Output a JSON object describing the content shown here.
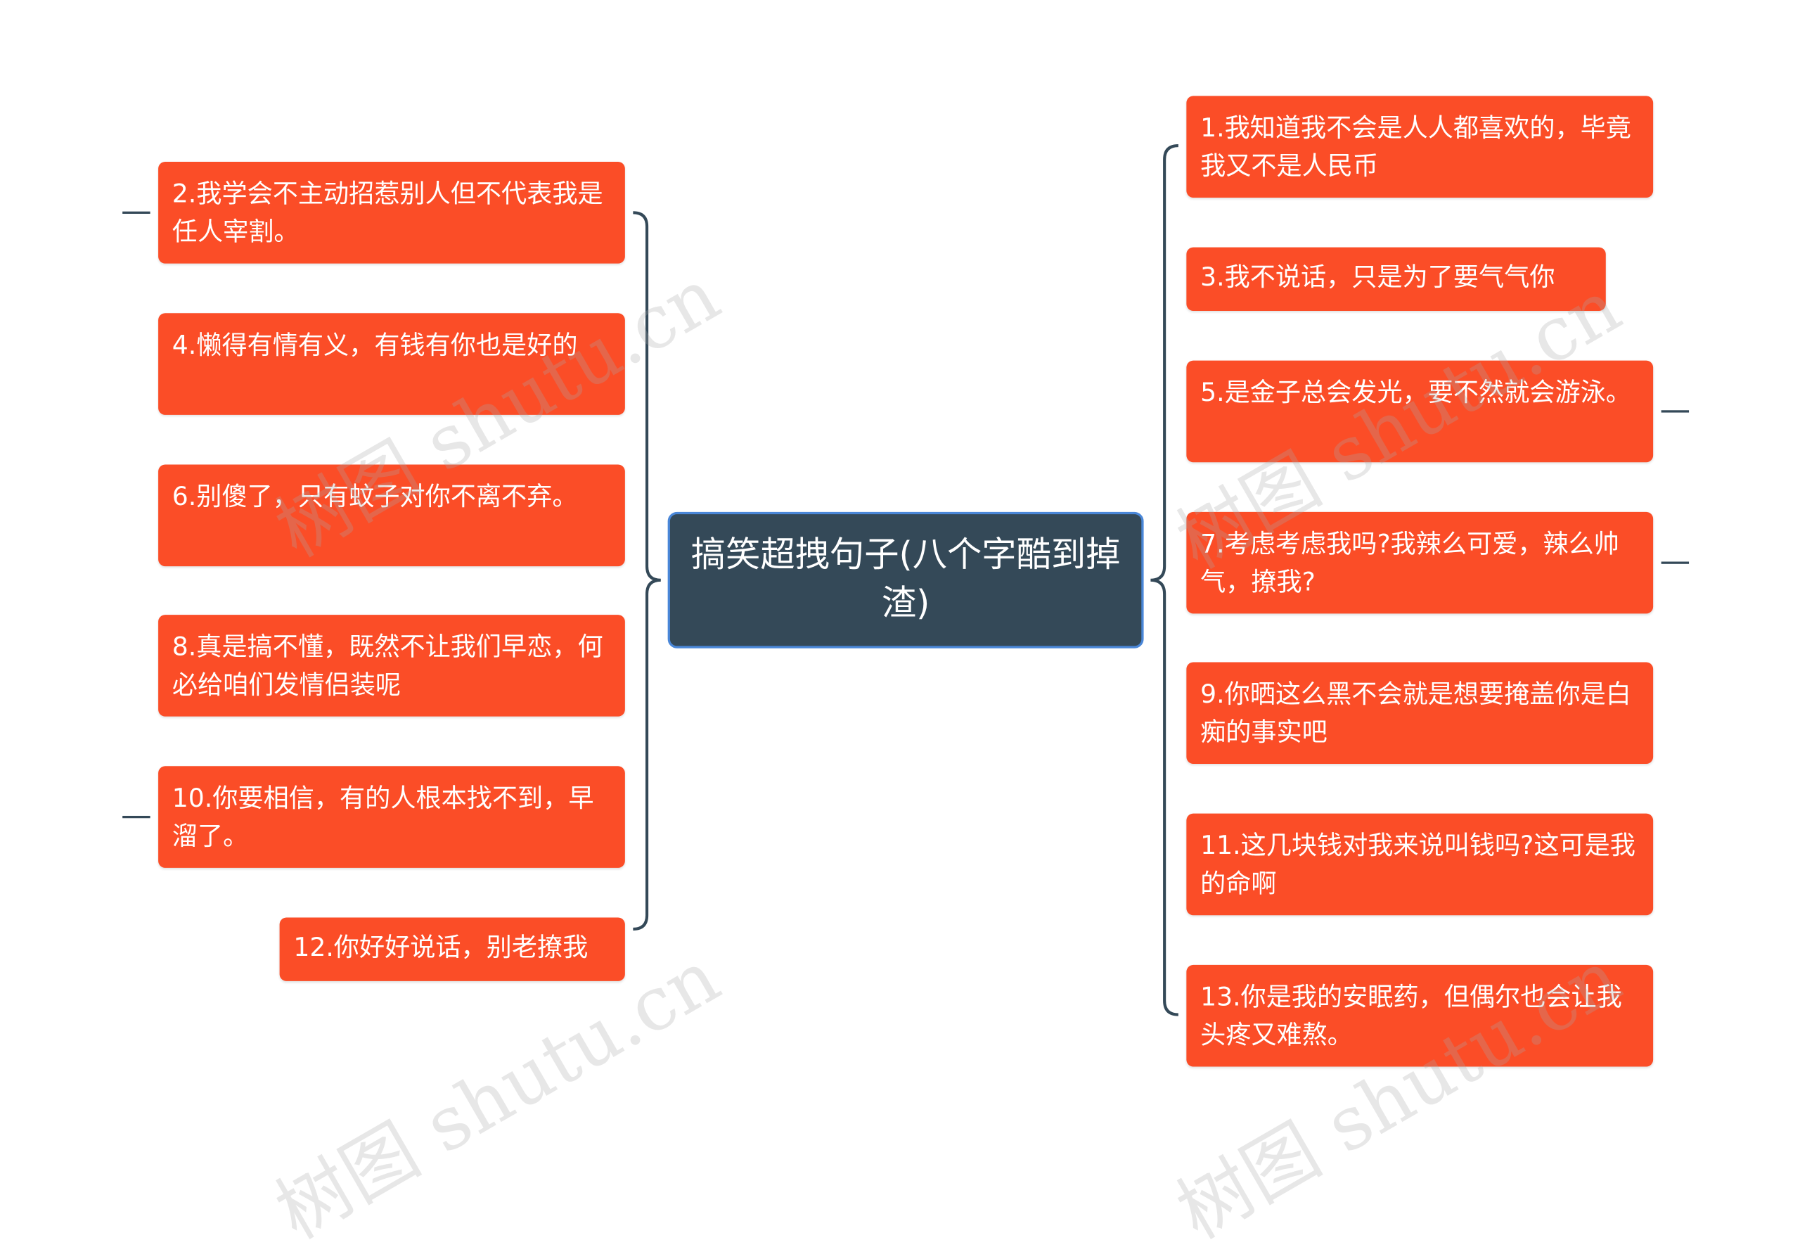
{
  "root": {
    "title": "搞笑超拽句子(八个字酷到掉渣)"
  },
  "left_items": [
    "2.我学会不主动招惹别人但不代表我是任人宰割。",
    "4.懒得有情有义，有钱有你也是好的",
    "6.别傻了，只有蚊子对你不离不弃。",
    "8.真是搞不懂，既然不让我们早恋，何必给咱们发情侣装呢",
    "10.你要相信，有的人根本找不到，早溜了。",
    "12.你好好说话，别老撩我"
  ],
  "right_items": [
    "1.我知道我不会是人人都喜欢的，毕竟我又不是人民币",
    "3.我不说话，只是为了要气气你",
    "5.是金子总会发光，要不然就会游泳。",
    "7.考虑考虑我吗?我辣么可爱，辣么帅气，撩我?",
    "9.你晒这么黑不会就是想要掩盖你是白痴的事实吧",
    "11.这几块钱对我来说叫钱吗?这可是我的命啊",
    "13.你是我的安眠药，但偶尔也会让我头疼又难熬。"
  ],
  "watermark": "树图 shutu.cn",
  "colors": {
    "node": "#fb4d27",
    "root": "#344958",
    "root_border": "#4a87d8",
    "line": "#344958"
  }
}
